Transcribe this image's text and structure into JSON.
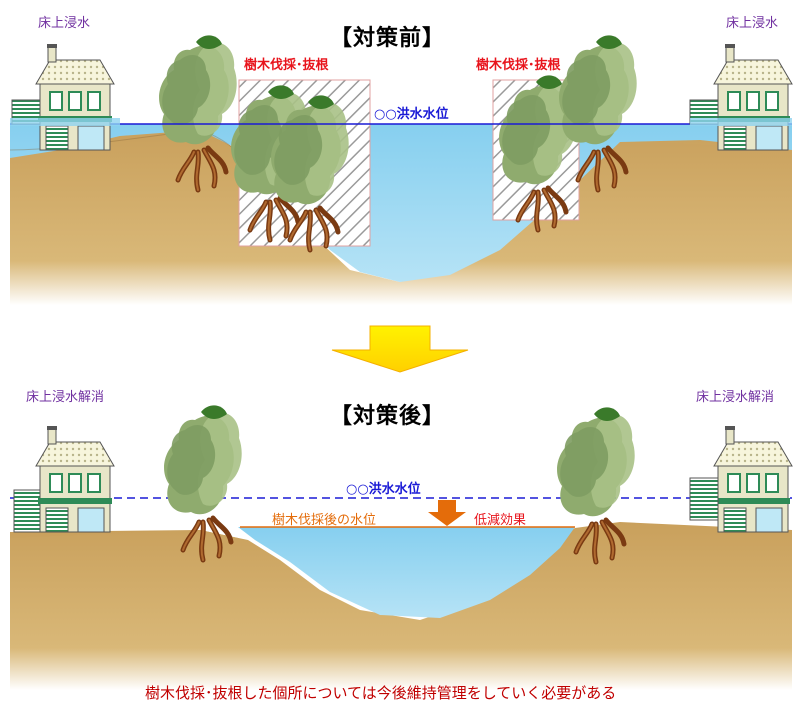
{
  "before": {
    "title": "【対策前】",
    "flood_left": "床上浸水",
    "flood_right": "床上浸水",
    "cut_left": "樹木伐採･抜根",
    "cut_right": "樹木伐採･抜根",
    "water_level": "○○洪水水位"
  },
  "after": {
    "title": "【対策後】",
    "flood_left": "床上浸水解消",
    "flood_right": "床上浸水解消",
    "water_level": "○○洪水水位",
    "after_level": "樹木伐採後の水位",
    "effect": "低減効果"
  },
  "footnote": "樹木伐採･抜根した個所については今後維持管理をしていく必要がある",
  "colors": {
    "ground": "#c9a05c",
    "water": "#8fd3f0",
    "flood_line": "#1a1ad6",
    "after_line": "#e46c0a",
    "arrow": "#ffe600"
  }
}
